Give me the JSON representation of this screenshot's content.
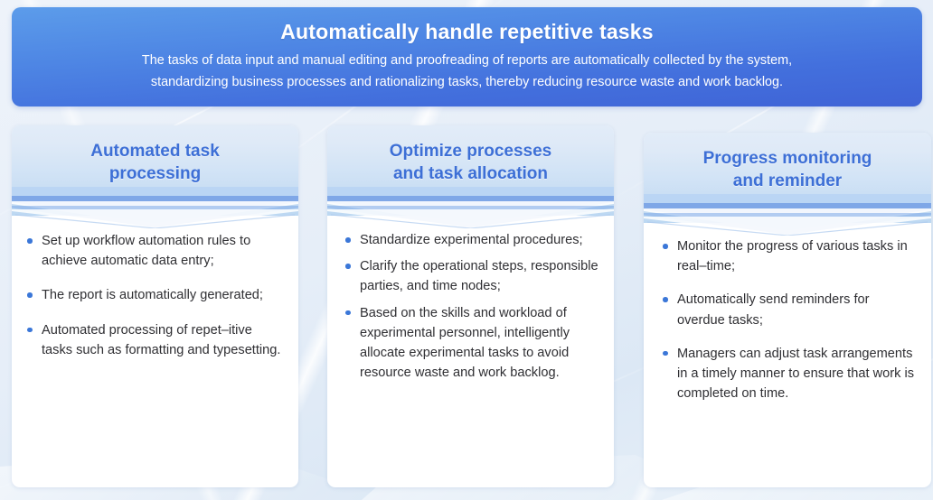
{
  "banner": {
    "title": "Automatically handle repetitive tasks",
    "subtitle_line1": "The tasks of data input and manual editing and proofreading of reports are automatically collected by the system,",
    "subtitle_line2": "standardizing business processes and rationalizing tasks, thereby reducing resource waste and work backlog.",
    "bg_gradient_from": "#5c9cea",
    "bg_gradient_to": "#3f63d6",
    "text_color": "#ffffff"
  },
  "theme": {
    "title_color": "#3d6fd6",
    "bullet_color": "#3b77d8",
    "body_text_color": "#2f2f33",
    "card_background": "#ffffff",
    "page_background": "#e6eef8",
    "chevron_fill": "#b9d4f3",
    "chevron_accent": "#4f82dd"
  },
  "cards": [
    {
      "title_line1": "Automated task",
      "title_line2": "processing",
      "bullets": [
        "Set up workflow automation rules to achieve automatic data entry;",
        "The report is automatically generated;",
        "Automated processing of repet–itive tasks such as formatting and typesetting."
      ]
    },
    {
      "title_line1": "Optimize processes",
      "title_line2": "and task allocation",
      "bullets": [
        "Standardize experimental procedures;",
        "Clarify the operational steps, responsible parties, and time nodes;",
        "Based on the skills and workload of experimental personnel, intelligently allocate experimental tasks to avoid resource waste and work backlog."
      ]
    },
    {
      "title_line1": "Progress monitoring",
      "title_line2": "and reminder",
      "bullets": [
        "Monitor the progress of various tasks in real–time;",
        "Automatically send reminders for overdue tasks;",
        "Managers can adjust task arrangements in a timely manner to ensure that work is completed on time."
      ]
    }
  ]
}
